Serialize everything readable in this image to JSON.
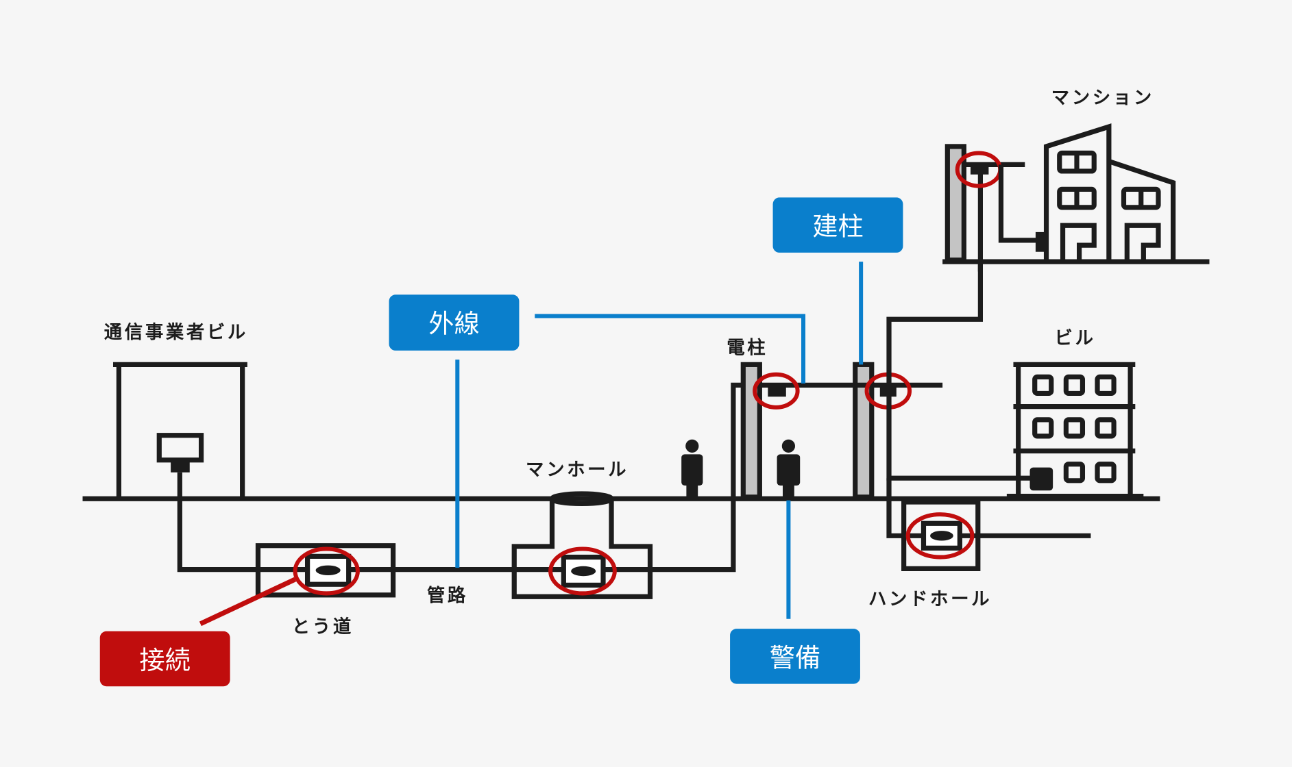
{
  "labels": {
    "carrier_building": "通信事業者ビル",
    "tunnel": "とう道",
    "conduit": "管路",
    "manhole": "マンホール",
    "utility_pole": "電柱",
    "handhole": "ハンドホール",
    "building": "ビル",
    "mansion": "マンション"
  },
  "tags": {
    "outside_plant": "外線",
    "pole_installation": "建柱",
    "security": "警備",
    "splicing": "接続"
  },
  "colors": {
    "blue_tag": "#0a7fcc",
    "red_tag": "#c00d0d",
    "line": "#1c1c1c",
    "pole_fill": "#c4c4c4",
    "background": "#f6f6f6"
  }
}
